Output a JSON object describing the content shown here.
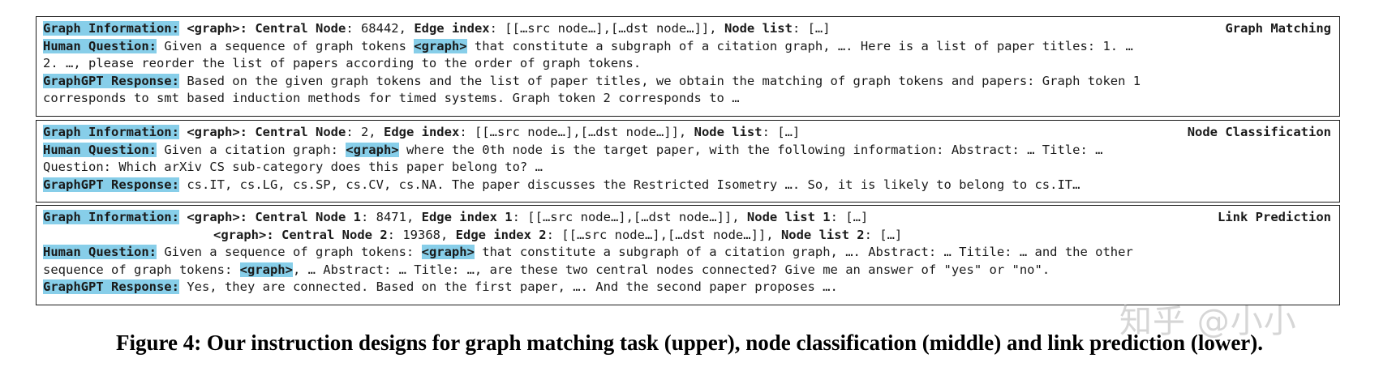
{
  "labels": {
    "graph_info": "Graph Information:",
    "human_question": "Human Question:",
    "response": "GraphGPT Response:"
  },
  "panels": [
    {
      "title": "Graph Matching",
      "info_line": [
        {
          "t": "<graph>: ",
          "s": "b"
        },
        {
          "t": "Central Node",
          "s": "b"
        },
        {
          "t": ": 68442, ",
          "s": ""
        },
        {
          "t": "Edge index",
          "s": "b"
        },
        {
          "t": ": [[…src node…],[…dst node…]], ",
          "s": ""
        },
        {
          "t": "Node list",
          "s": "b"
        },
        {
          "t": ": […]",
          "s": ""
        }
      ],
      "question_lines": [
        [
          {
            "t": " Given a sequence of graph tokens ",
            "s": ""
          },
          {
            "t": "<graph>",
            "s": "hl"
          },
          {
            "t": " that constitute a subgraph of a citation graph, …. Here is a list of paper titles: 1. …",
            "s": ""
          }
        ],
        [
          {
            "t": "2. …, please reorder the list of papers according to the order of graph tokens.",
            "s": ""
          }
        ]
      ],
      "response_lines": [
        [
          {
            "t": " Based on the given graph tokens and the list of paper titles, we obtain the matching of graph tokens and papers: Graph token 1",
            "s": ""
          }
        ],
        [
          {
            "t": "corresponds to smt based induction methods for timed systems. Graph token 2 corresponds to …",
            "s": ""
          }
        ]
      ]
    },
    {
      "title": "Node Classification",
      "info_line": [
        {
          "t": "<graph>: ",
          "s": "b"
        },
        {
          "t": "Central Node",
          "s": "b"
        },
        {
          "t": ": 2, ",
          "s": ""
        },
        {
          "t": "Edge index",
          "s": "b"
        },
        {
          "t": ": [[…src node…],[…dst node…]], ",
          "s": ""
        },
        {
          "t": "Node list",
          "s": "b"
        },
        {
          "t": ": […]",
          "s": ""
        }
      ],
      "question_lines": [
        [
          {
            "t": " Given a citation graph: ",
            "s": ""
          },
          {
            "t": "<graph>",
            "s": "hl"
          },
          {
            "t": " where the 0th node is the target paper, with the following information: Abstract: … Title: …",
            "s": ""
          }
        ],
        [
          {
            "t": "Question: Which arXiv CS sub-category does this paper belong to? …",
            "s": ""
          }
        ]
      ],
      "response_lines": [
        [
          {
            "t": " cs.IT, cs.LG, cs.SP, cs.CV, cs.NA. The paper discusses the Restricted Isometry …. So, it is likely to belong to cs.IT…",
            "s": ""
          }
        ]
      ]
    },
    {
      "title": "Link Prediction",
      "info_line": [
        {
          "t": "<graph>: ",
          "s": "b"
        },
        {
          "t": "Central Node 1",
          "s": "b"
        },
        {
          "t": ": 8471, ",
          "s": ""
        },
        {
          "t": "Edge index 1",
          "s": "b"
        },
        {
          "t": ": [[…src node…],[…dst node…]], ",
          "s": ""
        },
        {
          "t": "Node list 1",
          "s": "b"
        },
        {
          "t": ": […]",
          "s": ""
        }
      ],
      "info_line_2": [
        {
          "t": "<graph>: ",
          "s": "b"
        },
        {
          "t": "Central Node 2",
          "s": "b"
        },
        {
          "t": ": 19368, ",
          "s": ""
        },
        {
          "t": "Edge index 2",
          "s": "b"
        },
        {
          "t": ": [[…src node…],[…dst node…]], ",
          "s": ""
        },
        {
          "t": "Node list 2",
          "s": "b"
        },
        {
          "t": ": […]",
          "s": ""
        }
      ],
      "question_lines": [
        [
          {
            "t": " Given a sequence of graph tokens: ",
            "s": ""
          },
          {
            "t": "<graph>",
            "s": "hl"
          },
          {
            "t": " that constitute a subgraph of a citation graph, …. Abstract: … Titile: … and the other",
            "s": ""
          }
        ],
        [
          {
            "t": "sequence of graph tokens: ",
            "s": ""
          },
          {
            "t": "<graph>",
            "s": "hl"
          },
          {
            "t": ", … Abstract: … Title: …, are these two central nodes connected? Give me an answer of \"yes\" or \"no\".",
            "s": ""
          }
        ]
      ],
      "response_lines": [
        [
          {
            "t": " Yes, they are connected. Based on the first paper, …. And the second paper proposes ….",
            "s": ""
          }
        ]
      ]
    }
  ],
  "watermark": "知乎 @小小",
  "caption": "Figure 4: Our instruction designs for graph matching task (upper), node classification (middle) and link prediction (lower)."
}
